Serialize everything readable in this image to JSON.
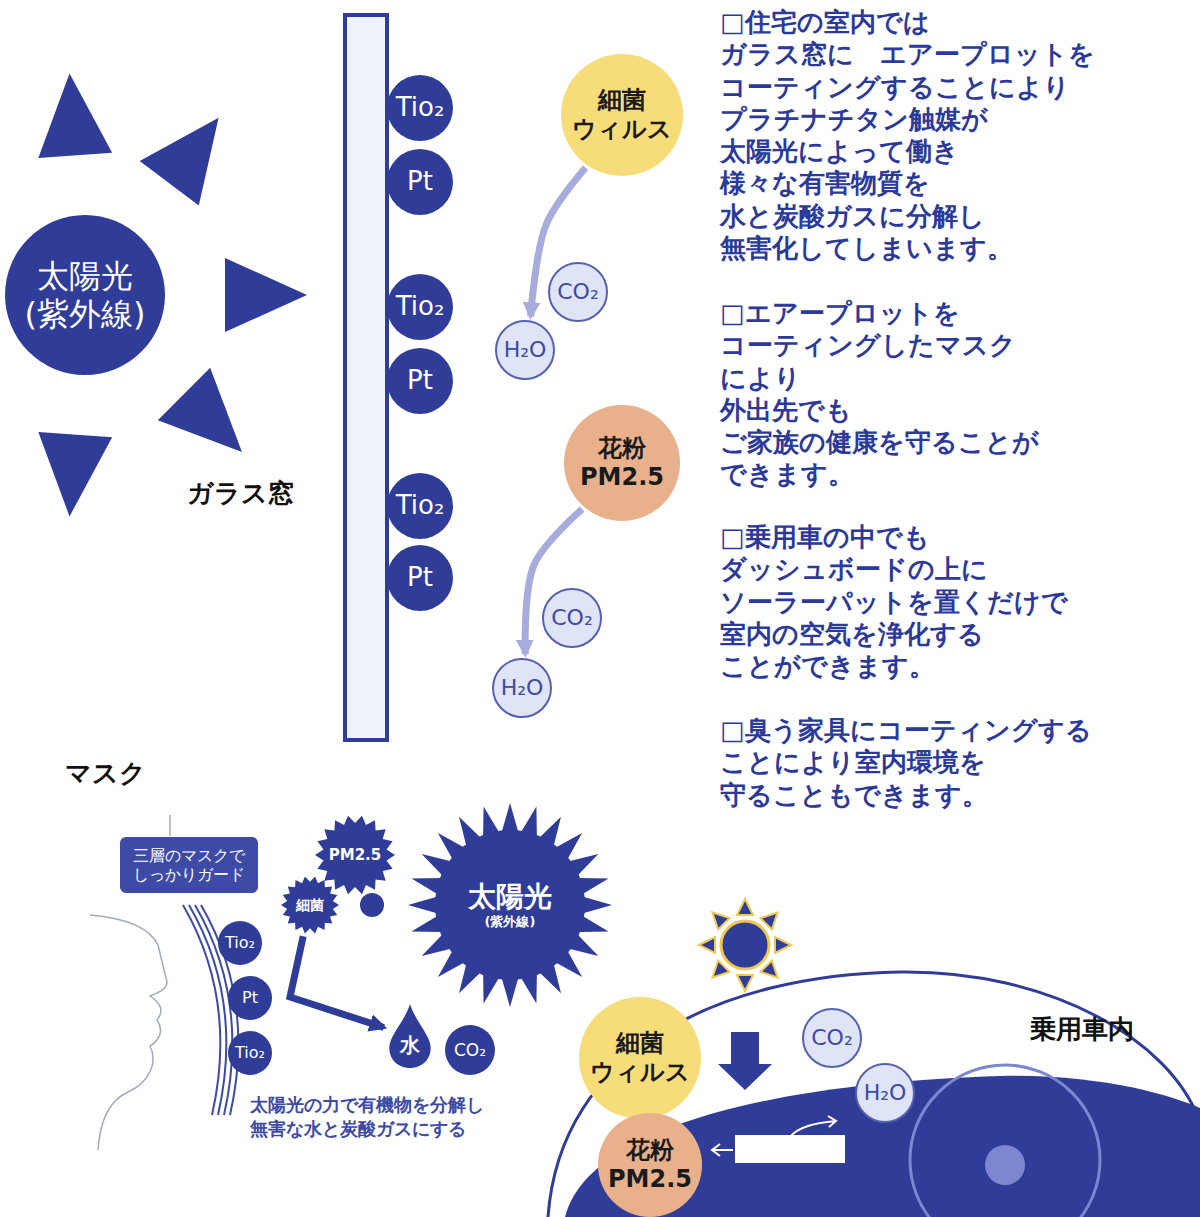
{
  "diagram": {
    "nodes": [
      {
        "text": [
          "太陽光 (紫外線)"
        ]
      },
      {
        "text": [
          "Tio₂"
        ]
      },
      {
        "text": [
          "Pt"
        ]
      },
      {
        "text": [
          "細菌 ウィルス"
        ]
      },
      {
        "text": [
          "CO₂"
        ]
      },
      {
        "text": [
          "H₂O"
        ]
      },
      {
        "text": [
          "Tio₂"
        ]
      },
      {
        "text": [
          "Pt"
        ]
      },
      {
        "text": [
          "花粉 PM2.5"
        ]
      },
      {
        "text": [
          "Tio₂"
        ]
      },
      {
        "text": [
          "Pt"
        ]
      },
      {
        "text": [
          "CO₂"
        ]
      },
      {
        "text": [
          "H₂O"
        ]
      },
      {
        "text": [
          "三層のマスクで しっかりガード"
        ]
      },
      {
        "text": [
          "PM2.5"
        ]
      },
      {
        "text": [
          "細菌"
        ]
      },
      {
        "text": [
          "太陽光",
          "(紫外線)"
        ]
      },
      {
        "text": [
          "Tio₂"
        ]
      },
      {
        "text": [
          "Pt"
        ]
      },
      {
        "text": [
          "Tio₂"
        ]
      },
      {
        "text": [
          "水"
        ]
      },
      {
        "text": [
          "CO₂"
        ]
      },
      {
        "text": [
          "細菌 ウィルス"
        ]
      },
      {
        "text": [
          "CO₂"
        ]
      },
      {
        "text": [
          "H₂O"
        ]
      },
      {
        "text": [
          "花粉 PM2.5"
        ]
      }
    ],
    "edges": [
      {
        "from": 3,
        "to": 5,
        "arrow": "to"
      },
      {
        "from": 8,
        "to": 12,
        "arrow": "to"
      },
      {
        "from": 15,
        "to": 20,
        "arrow": "to"
      }
    ],
    "labels": [
      "□住宅の室内では ガラス窓に　エアープロットを コーティングすることにより プラチナチタン触媒が 太陽光によって働き 様々な有害物質を 水と炭酸ガスに分解し 無害化してしまいます。",
      "□エアープロットを コーティングしたマスク により 外出先でも ご家族の健康を守ることが できます。",
      "□乗用車の中でも ダッシュボードの上に ソーラーパットを置くだけで 室内の空気を浄化する ことができます。",
      "□臭う家具にコーティングする ことにより室内環境を 守ることもできます。",
      "ガラス窓",
      "マスク",
      "太陽光の力で有機物を分解し 無害な水と炭酸ガスにする",
      "乗用車内"
    ]
  }
}
